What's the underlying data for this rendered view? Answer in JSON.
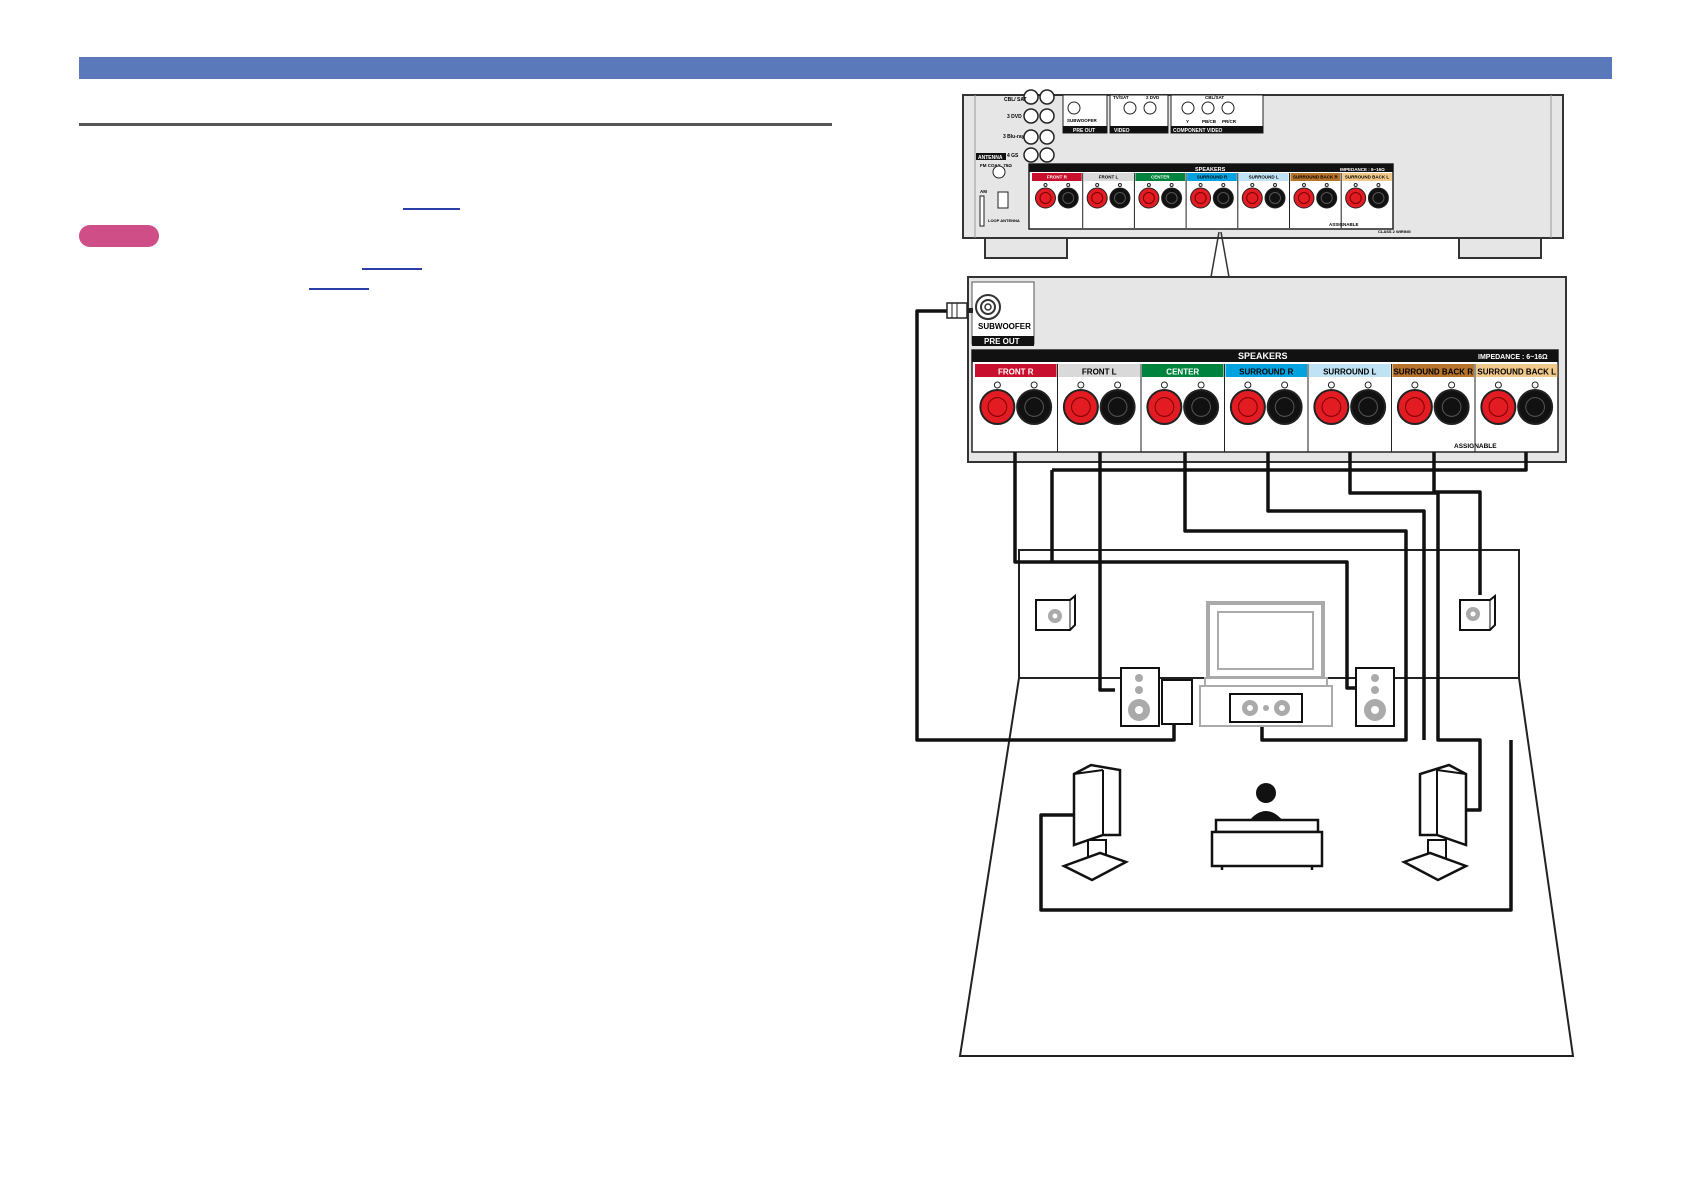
{
  "diagram": {
    "rear_panel": {
      "jack_labels": [
        "CBL/\nSAT",
        "3\nDVD",
        "3\nBlu-ray",
        "4\nGS"
      ],
      "subwoofer_small": "SUBWOOFER",
      "pre_out_small": "PRE OUT",
      "tvsat_label": "TV/SAT",
      "dvd_label": "2 DVD",
      "cblsat_label": "CBL/SAT",
      "video_label": "VIDEO",
      "component_label": "COMPONENT VIDEO",
      "component_sub": [
        "Y",
        "PB/CB",
        "PR/CR"
      ],
      "antenna_label": "ANTENNA",
      "fm_label": "FM\nCOAX.\n75Ω",
      "am_label": "AM",
      "loop_label": "LOOP\nANTENNA",
      "speakers_small": "SPEAKERS",
      "impedance_small": "IMPEDANCE : 6~16Ω",
      "assignable_small": "ASSIGNABLE",
      "class2_label": "CLASS 2 WIRING"
    },
    "zoom": {
      "subwoofer_label": "SUBWOOFER",
      "pre_out_label": "PRE OUT",
      "speakers_title": "SPEAKERS",
      "impedance": "IMPEDANCE : 6~16Ω",
      "assignable": "ASSIGNABLE",
      "channels": [
        {
          "label": "FRONT R",
          "color": "#c8102e",
          "text": "#ffffff"
        },
        {
          "label": "FRONT L",
          "color": "#d9d9d9",
          "text": "#000000"
        },
        {
          "label": "CENTER",
          "color": "#00843d",
          "text": "#ffffff"
        },
        {
          "label": "SURROUND R",
          "color": "#00a3e0",
          "text": "#000000"
        },
        {
          "label": "SURROUND L",
          "color": "#bfe3f5",
          "text": "#000000"
        },
        {
          "label": "SURROUND BACK R",
          "color": "#b5732b",
          "text": "#000000"
        },
        {
          "label": "SURROUND BACK L",
          "color": "#f0c98a",
          "text": "#000000"
        }
      ]
    },
    "colors": {
      "accent_bar": "#5a79bb",
      "note_badge": "#cf4e87",
      "terminal_red": "#e31b23",
      "terminal_black": "#111111",
      "panel_gray": "#e6e6e6"
    }
  }
}
